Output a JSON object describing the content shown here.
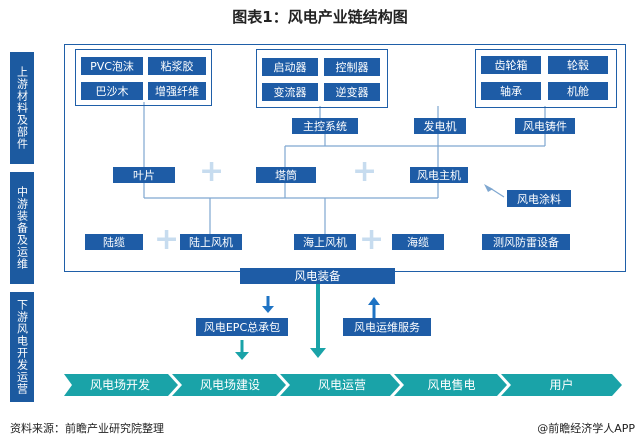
{
  "title": "图表1：风电产业链结构图",
  "side_labels": {
    "upstream": "上游材料及部件",
    "midstream": "中游装备及运维",
    "downstream": "下游风电开发运营"
  },
  "upstream": {
    "group1": [
      "PVC泡沫",
      "粘浆胶",
      "巴沙木",
      "增强纤维"
    ],
    "group2": [
      "启动器",
      "控制器",
      "变流器",
      "逆变器"
    ],
    "group3": [
      "齿轮箱",
      "轮毂",
      "轴承",
      "机舱"
    ],
    "subsystems": [
      "主控系统",
      "发电机",
      "风电铸件"
    ]
  },
  "midstream": {
    "components": [
      "叶片",
      "塔筒",
      "风电主机"
    ],
    "coating": "风电涂料",
    "row": [
      "陆缆",
      "陆上风机",
      "海上风机",
      "海缆",
      "测风防雷设备"
    ],
    "equipment": "风电装备"
  },
  "downstream": {
    "epc": "风电EPC总承包",
    "service": "风电运维服务",
    "chain": [
      "风电场开发",
      "风电场建设",
      "风电运营",
      "风电售电",
      "用户"
    ]
  },
  "footer": {
    "source": "资料来源：前瞻产业研究院整理",
    "brand": "@前瞻经济学人APP"
  },
  "colors": {
    "primary": "#1e5ca6",
    "teal": "#1aa3a8",
    "light": "#eaf2fb"
  }
}
